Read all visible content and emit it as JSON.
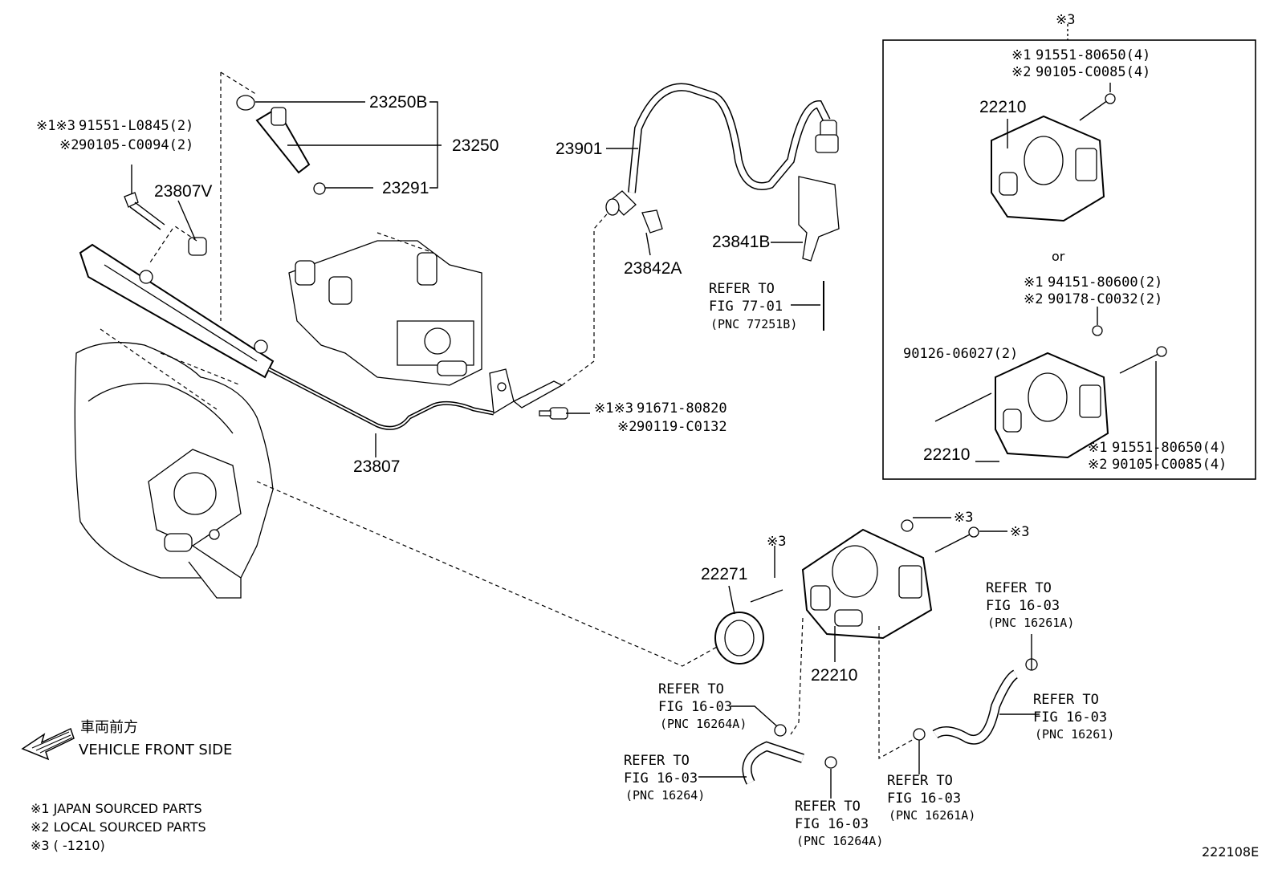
{
  "marks": {
    "ref1": "※1",
    "ref2": "※2",
    "ref3": "※3",
    "ref13": "※1※3"
  },
  "labels": {
    "p23250B": "23250B",
    "p23250": "23250",
    "p23291": "23291",
    "p23807V": "23807V",
    "p23807": "23807",
    "p23901": "23901",
    "p23842A": "23842A",
    "p23841B": "23841B",
    "p22271": "22271",
    "p22210_main": "22210",
    "p22210_box_top": "22210",
    "p22210_box_bottom": "22210",
    "p90126": "90126-06027(2)",
    "or": "or",
    "drawing_no": "222108E"
  },
  "bolts": {
    "left_bolt_1": "91551-L0845(2)",
    "left_bolt_2": "90105-C0094(2)",
    "pipe_bolt_1": "91671-80820",
    "pipe_bolt_2": "90119-C0132",
    "box_top_1": "91551-80650(4)",
    "box_top_2": "90105-C0085(4)",
    "box_mid_1": "94151-80600(2)",
    "box_mid_2": "90178-C0032(2)",
    "box_bot_1": "91551-80650(4)",
    "box_bot_2": "90105-C0085(4)"
  },
  "refers": {
    "fig7701": {
      "l1": "REFER TO",
      "l2": "FIG 77-01",
      "l3": "(PNC 77251B)"
    },
    "fig1603_a": {
      "l1": "REFER TO",
      "l2": "FIG 16-03",
      "l3": "(PNC 16261A)"
    },
    "fig1603_b": {
      "l1": "REFER TO",
      "l2": "FIG 16-03",
      "l3": "(PNC 16264A)"
    },
    "fig1603_c": {
      "l1": "REFER TO",
      "l2": "FIG 16-03",
      "l3": "(PNC 16261)"
    },
    "fig1603_d": {
      "l1": "REFER TO",
      "l2": "FIG 16-03",
      "l3": "(PNC 16264)"
    },
    "fig1603_e": {
      "l1": "REFER TO",
      "l2": "FIG 16-03",
      "l3": "(PNC 16264A)"
    },
    "fig1603_f": {
      "l1": "REFER TO",
      "l2": "FIG 16-03",
      "l3": "(PNC 16261A)"
    }
  },
  "front": {
    "jp": "車両前方",
    "en": "VEHICLE FRONT SIDE"
  },
  "legend": {
    "l1": "※1 JAPAN SOURCED PARTS",
    "l2": "※2 LOCAL SOURCED PARTS",
    "l3": "※3 (       -1210)"
  }
}
